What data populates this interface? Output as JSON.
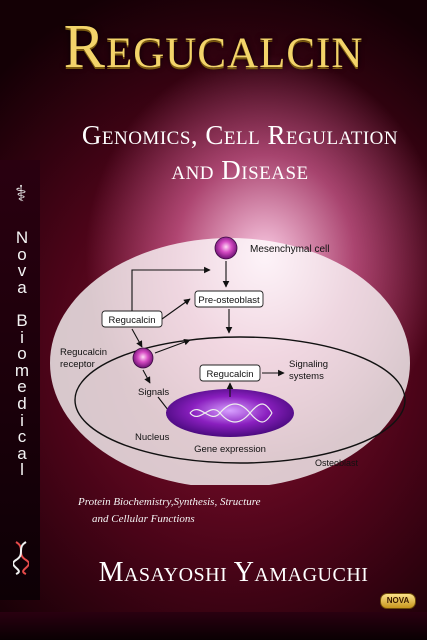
{
  "book": {
    "title": "Regucalcin",
    "subtitle_line1": "Genomics, Cell Regulation",
    "subtitle_line2": "and Disease",
    "series_line1": "Protein Biochemistry,Synthesis, Structure",
    "series_line2": "and Cellular Functions",
    "author": "Masayoshi Yamaguchi",
    "publisher_badge": "NOVA",
    "imprint_vertical": "Nova Biomedical"
  },
  "imprint_letters": [
    "N",
    "o",
    "v",
    "a",
    " ",
    "B",
    "i",
    "o",
    "m",
    "e",
    "d",
    "i",
    "c",
    "a",
    "l"
  ],
  "diagram": {
    "mesenchymal": "Mesenchymal cell",
    "pre_osteoblast": "Pre-osteoblast",
    "regucalcin_box": "Regucalcin",
    "receptor_line1": "Regucalcin",
    "receptor_line2": "receptor",
    "inner_regucalcin": "Regucalcin",
    "signaling_line1": "Signaling",
    "signaling_line2": "systems",
    "signals": "Signals",
    "nucleus": "Nucleus",
    "gene_expression": "Gene expression",
    "osteoblast": "Osteoblast"
  },
  "colors": {
    "title_gold": "#f3d46a",
    "background": "#4a0418",
    "nucleus_purple": "#8a1fbf",
    "cell_magenta": "#c42fae"
  }
}
